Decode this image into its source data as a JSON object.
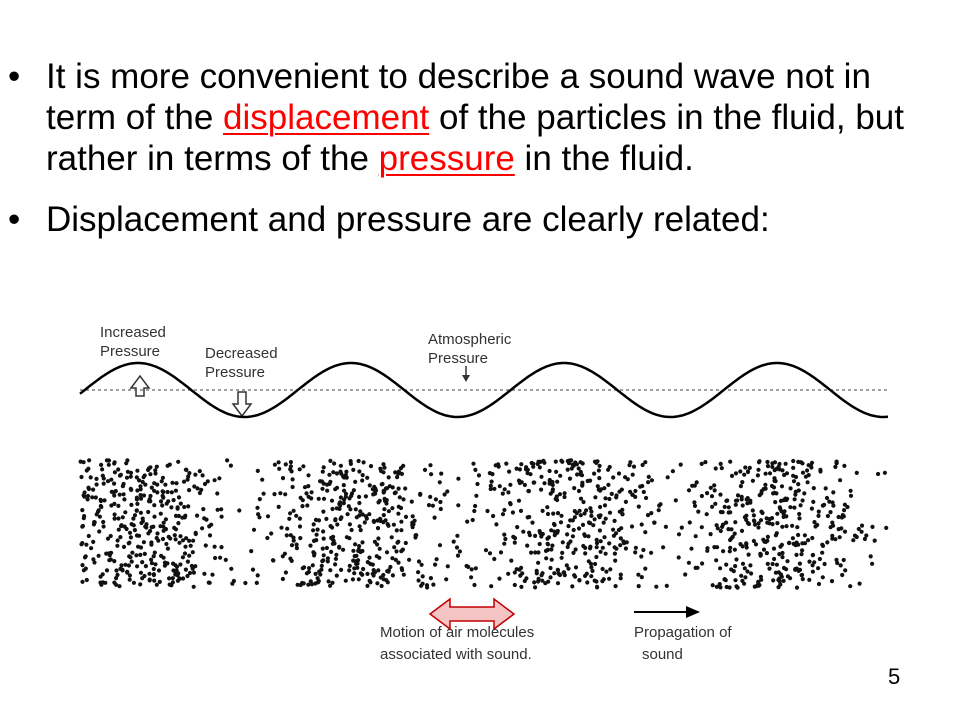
{
  "bullets": [
    {
      "parts": [
        {
          "text": "It is more convenient to describe a sound wave not in term of the ",
          "emphasis": false
        },
        {
          "text": "displacement",
          "emphasis": true
        },
        {
          "text": " of the particles in the fluid, but rather in terms of the ",
          "emphasis": false
        },
        {
          "text": "pressure",
          "emphasis": true
        },
        {
          "text": " in the fluid.",
          "emphasis": false
        }
      ]
    },
    {
      "parts": [
        {
          "text": "Displacement and pressure are clearly related:",
          "emphasis": false
        }
      ]
    }
  ],
  "bullet_symbol": "•",
  "emphasis_color": "#ff0000",
  "diagram": {
    "label_increased": [
      "Increased",
      "Pressure"
    ],
    "label_decreased": [
      "Decreased",
      "Pressure"
    ],
    "label_atmospheric": [
      "Atmospheric",
      "Pressure"
    ],
    "label_motion": [
      "Motion of air molecules",
      "associated with sound."
    ],
    "label_propagation": [
      "Propagation of",
      "sound"
    ],
    "double_arrow_fill": "#f4c4c4",
    "double_arrow_stroke": "#c00000"
  },
  "page_number": "5"
}
